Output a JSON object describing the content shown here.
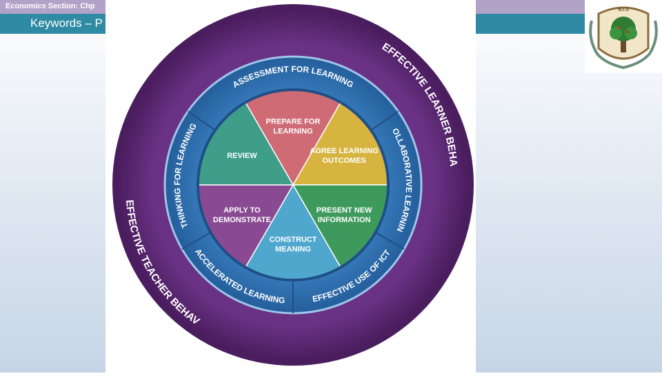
{
  "slide": {
    "section_label": "Economics Section: Chp",
    "keywords_label": "Keywords – P"
  },
  "logo": {
    "caption": "N.I.S"
  },
  "wheel": {
    "outer_ring": {
      "top_label": "EFFECTIVE LEARNER BEHAVIOURS",
      "bottom_label": "EFFECTIVE TEACHER BEHAVIOURS"
    },
    "middle_ring": [
      "ASSESSMENT FOR LEARNING",
      "COLLABORATIVE LEARNING",
      "EFFECTIVE USE OF ICT",
      "ACCELERATED LEARNING",
      "THINKING FOR LEARNING"
    ],
    "core": [
      {
        "line1": "PREPARE FOR",
        "line2": "LEARNING",
        "color": "#cf6b74"
      },
      {
        "line1": "AGREE LEARNING",
        "line2": "OUTCOMES",
        "color": "#d6b43f"
      },
      {
        "line1": "PRESENT NEW",
        "line2": "INFORMATION",
        "color": "#3e9a5c"
      },
      {
        "line1": "CONSTRUCT",
        "line2": "MEANING",
        "color": "#4fa7cd"
      },
      {
        "line1": "APPLY TO",
        "line2": "DEMONSTRATE",
        "color": "#8a4a93"
      },
      {
        "line1": "REVIEW",
        "line2": "",
        "color": "#3e9e8a"
      }
    ]
  },
  "colors": {
    "outer_ring": "#5c2a73",
    "middle_ring": "#2f6fb0",
    "top_band": "#b3a2c8",
    "keyword_band": "#2f8aa3"
  }
}
